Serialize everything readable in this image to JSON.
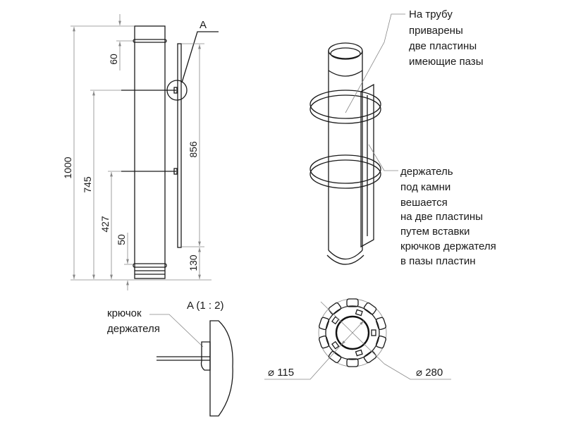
{
  "front_view": {
    "dimensions": {
      "total_height": "1000",
      "upper_bracket": "745",
      "lower_bracket": "427",
      "bottom_collar": "50",
      "top_collar": "60",
      "holder_length": "856",
      "holder_offset": "130"
    },
    "detail_marker": "A"
  },
  "isometric_view": {
    "note_pipe": [
      "На трубу",
      "приварены",
      "две пластины",
      "имеющие пазы"
    ],
    "note_holder": [
      "держатель",
      "под камни",
      "вешается",
      "на две пластины",
      "путем вставки",
      "крючков держателя",
      "в пазы пластин"
    ]
  },
  "detail_view": {
    "title": "A (1 : 2)",
    "hook_label": [
      "крючок",
      "держателя"
    ]
  },
  "top_view": {
    "inner_diameter": "⌀ 115",
    "outer_diameter": "⌀ 280"
  },
  "colors": {
    "line": "#1a1a1a",
    "dimension": "#888888"
  }
}
